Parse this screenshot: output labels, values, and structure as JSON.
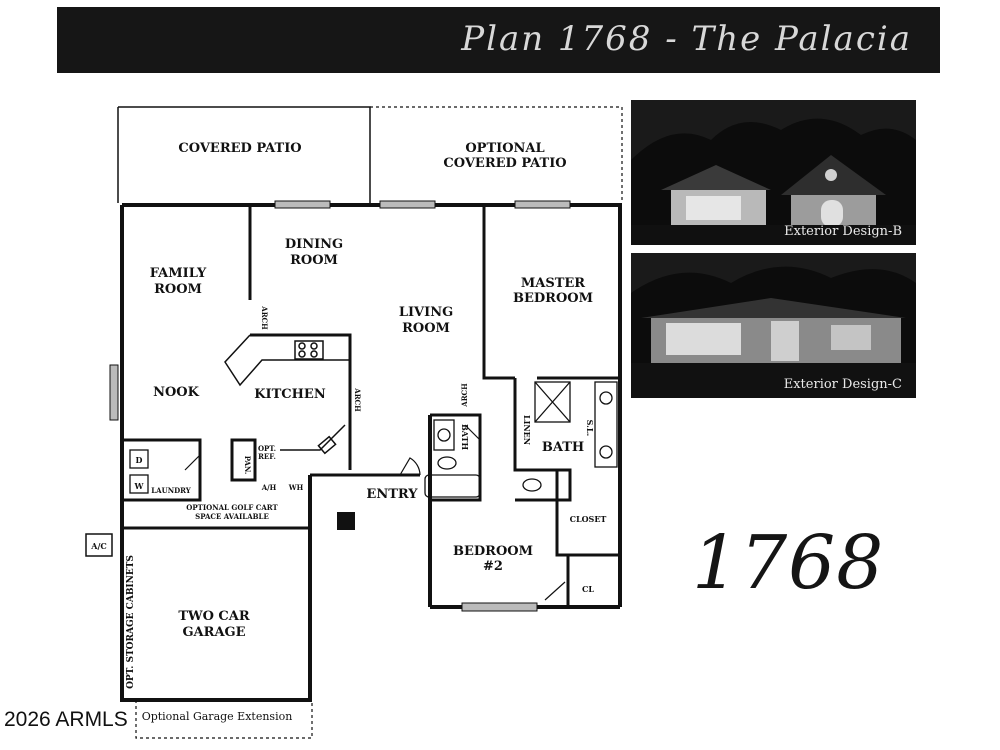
{
  "title": "Plan 1768 - The Palacia",
  "plan_number": "1768",
  "copyright": "2026 ARMLS",
  "exterior_photos": [
    {
      "caption": "Exterior Design-B"
    },
    {
      "caption": "Exterior Design-C"
    }
  ],
  "rooms": {
    "covered_patio": "COVERED PATIO",
    "optional_patio_1": "OPTIONAL",
    "optional_patio_2": "COVERED PATIO",
    "dining_1": "DINING",
    "dining_2": "ROOM",
    "family_1": "FAMILY",
    "family_2": "ROOM",
    "living_1": "LIVING",
    "living_2": "ROOM",
    "master_1": "MASTER",
    "master_2": "BEDROOM",
    "nook": "NOOK",
    "kitchen": "KITCHEN",
    "bath_small": "BATH",
    "bath_master": "BATH",
    "linen": "LINEN",
    "sl": "S.L.",
    "entry": "ENTRY",
    "closet": "CLOSET",
    "cl": "CL",
    "bedroom2_1": "BEDROOM",
    "bedroom2_2": "#2",
    "garage_1": "TWO CAR",
    "garage_2": "GARAGE",
    "golf_1": "OPTIONAL GOLF CART",
    "golf_2": "SPACE AVAILABLE",
    "storage": "OPT. STORAGE CABINETS",
    "garage_ext": "Optional Garage Extension",
    "laundry": "LAUNDRY",
    "dryer": "D",
    "washer": "W",
    "pan": "PAN.",
    "opt_ref_1": "OPT.",
    "opt_ref_2": "REF.",
    "ah": "A/H",
    "wh": "WH",
    "ac": "A/C",
    "arch": "ARCH"
  }
}
